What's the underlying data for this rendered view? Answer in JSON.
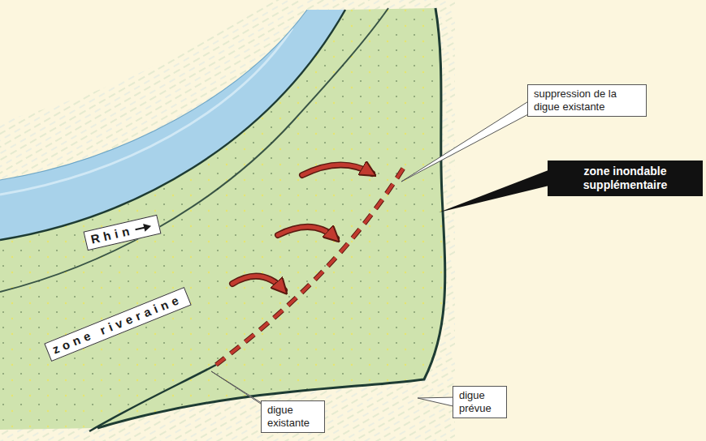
{
  "diagram": {
    "nodes": [
      {
        "text": [
          "suppression de la digue existante"
        ]
      },
      {
        "text": [
          "zone inondable supplémentaire"
        ]
      },
      {
        "text": [
          "Rhin"
        ]
      },
      {
        "text": [
          "zone riveraine"
        ]
      },
      {
        "text": [
          "digue prévue"
        ]
      },
      {
        "text": [
          "digue existante"
        ]
      }
    ]
  }
}
